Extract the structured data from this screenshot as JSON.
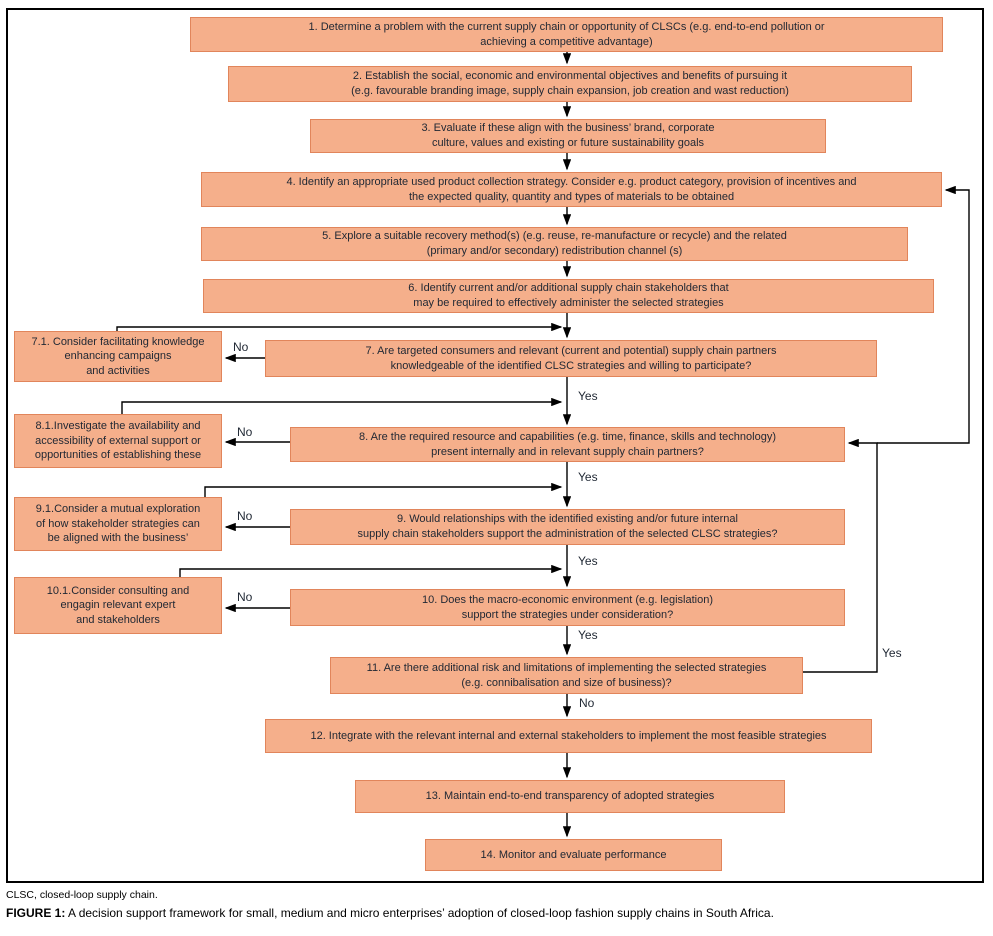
{
  "figure": {
    "colors": {
      "node_fill": "#F5AF8B",
      "node_border": "#E1855B",
      "text": "#1F2733",
      "connector": "#000000"
    },
    "nodes": {
      "n1": "1. Determine a problem with the current supply chain or opportunity of CLSCs (e.g. end-to-end pollution or\nachieving a competitive advantage)",
      "n2": "2. Establish the social, economic and environmental objectives and benefits of pursuing it\n(e.g. favourable branding image, supply chain expansion, job creation and wast reduction)",
      "n3": "3. Evaluate if these align with the business’ brand, corporate\nculture, values and existing or future sustainability goals",
      "n4": "4. Identify an appropriate used product collection strategy. Consider e.g. product category, provision of incentives and\nthe expected quality, quantity and types of materials to be obtained",
      "n5": "5. Explore a suitable recovery method(s) (e.g. reuse, re-manufacture or recycle) and the related\n(primary and/or secondary) redistribution channel (s)",
      "n6": "6. Identify current and/or additional supply chain stakeholders that\nmay be required to effectively administer the selected strategies",
      "n7": "7. Are targeted consumers and relevant (current and potential) supply chain partners\nknowledgeable of the identified CLSC strategies and willing to participate?",
      "n7_1": "7.1. Consider facilitating knowledge\nenhancing campaigns\nand activities",
      "n8": "8. Are the required resource and capabilities (e.g. time, finance, skills and technology)\npresent internally and in relevant supply chain partners?",
      "n8_1": "8.1.Investigate the availability and\naccessibility of external support or\nopportunities of establishing these",
      "n9": "9. Would relationships with the identified existing and/or future internal\nsupply chain stakeholders support the administration of the selected CLSC strategies?",
      "n9_1": "9.1.Consider a mutual exploration\nof how stakeholder strategies can\nbe aligned with the business’",
      "n10": "10. Does the macro-economic environment (e.g. legislation)\nsupport the strategies under consideration?",
      "n10_1": "10.1.Consider consulting and\nengagin relevant expert\nand stakeholders",
      "n11": "11. Are there additional risk and limitations of implementing the selected strategies\n(e.g. connibalisation and size of business)?",
      "n12": "12. Integrate with the relevant internal and external stakeholders to implement the most feasible strategies",
      "n13": "13. Maintain end-to-end transparency of adopted strategies",
      "n14": "14. Monitor and evaluate performance"
    },
    "labels": {
      "no7": "No",
      "no8": "No",
      "no9": "No",
      "no10": "No",
      "no11": "No",
      "yes7": "Yes",
      "yes8": "Yes",
      "yes9": "Yes",
      "yes10": "Yes",
      "yes11": "Yes"
    }
  },
  "caption": {
    "abbreviation_note": "CLSC, closed-loop supply chain.",
    "figure_label": "FIGURE 1:",
    "figure_text": " A decision support framework for small, medium and micro enterprises’ adoption of closed-loop fashion supply chains in South Africa."
  }
}
